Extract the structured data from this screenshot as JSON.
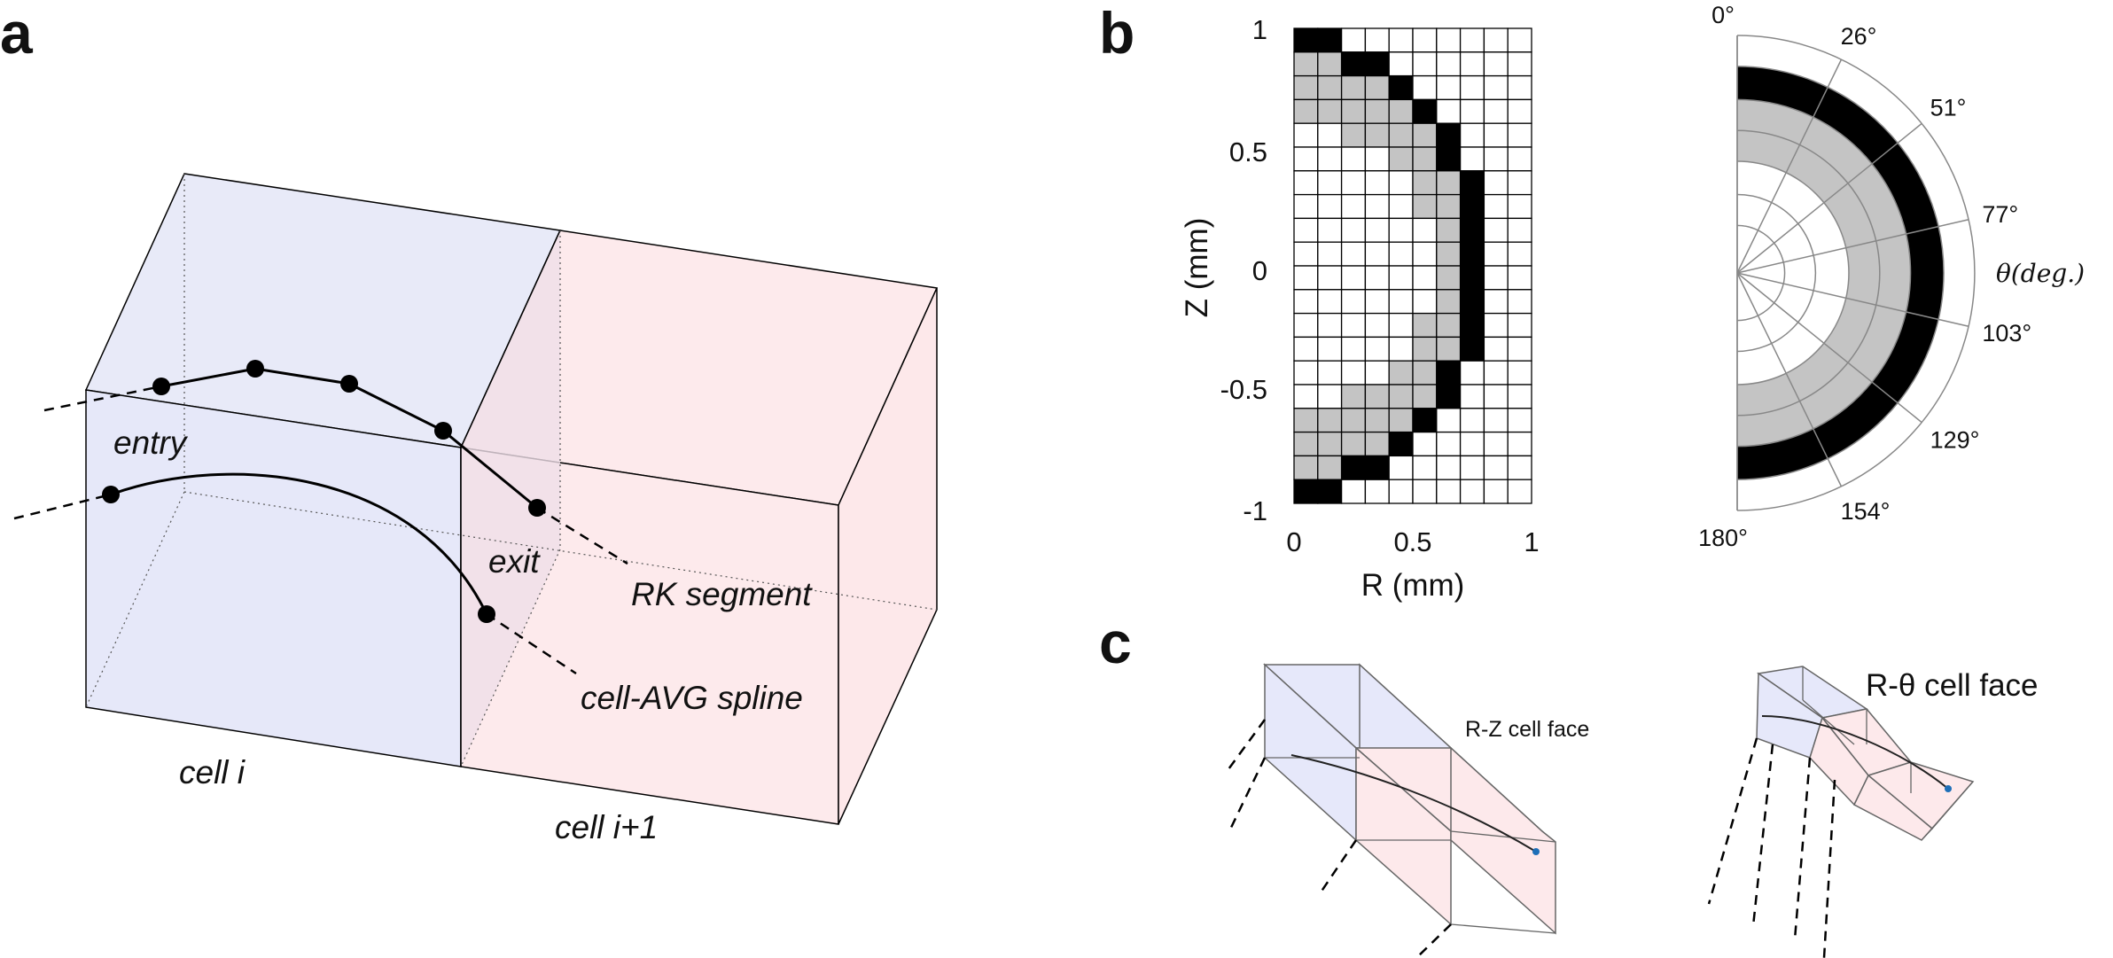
{
  "panels": {
    "a": "a",
    "b": "b",
    "c": "c"
  },
  "panel_a": {
    "entry": "entry",
    "exit": "exit",
    "rk_segment": "RK segment",
    "cell_avg_spline": "cell-AVG spline",
    "cell_i": "cell i",
    "cell_i1": "cell i+1"
  },
  "panel_b": {
    "ylabel": "Z (mm)",
    "xlabel": "R (mm)",
    "yticks": [
      "1",
      "0.5",
      "0",
      "-0.5",
      "-1"
    ],
    "xticks": [
      "0",
      "0.5",
      "1"
    ],
    "grid": {
      "cols": 10,
      "rows": 20,
      "x_range": [
        0,
        1
      ],
      "y_range": [
        -1,
        1
      ]
    },
    "black_cells": [
      [
        0,
        0
      ],
      [
        1,
        0
      ],
      [
        2,
        1
      ],
      [
        3,
        1
      ],
      [
        4,
        2
      ],
      [
        5,
        3
      ],
      [
        6,
        4
      ],
      [
        6,
        5
      ],
      [
        7,
        6
      ],
      [
        7,
        7
      ],
      [
        7,
        8
      ],
      [
        7,
        9
      ],
      [
        7,
        10
      ],
      [
        7,
        11
      ],
      [
        7,
        12
      ],
      [
        7,
        13
      ],
      [
        6,
        14
      ],
      [
        6,
        15
      ],
      [
        5,
        16
      ],
      [
        4,
        17
      ],
      [
        2,
        18
      ],
      [
        3,
        18
      ],
      [
        0,
        19
      ],
      [
        1,
        19
      ]
    ],
    "gray_cells": [
      [
        0,
        1
      ],
      [
        1,
        1
      ],
      [
        0,
        2
      ],
      [
        1,
        2
      ],
      [
        2,
        2
      ],
      [
        3,
        2
      ],
      [
        0,
        3
      ],
      [
        1,
        3
      ],
      [
        2,
        3
      ],
      [
        3,
        3
      ],
      [
        4,
        3
      ],
      [
        2,
        4
      ],
      [
        3,
        4
      ],
      [
        4,
        4
      ],
      [
        5,
        4
      ],
      [
        4,
        5
      ],
      [
        5,
        5
      ],
      [
        5,
        6
      ],
      [
        5,
        7
      ],
      [
        6,
        6
      ],
      [
        6,
        7
      ],
      [
        6,
        8
      ],
      [
        6,
        9
      ],
      [
        6,
        10
      ],
      [
        6,
        11
      ],
      [
        6,
        12
      ],
      [
        6,
        13
      ],
      [
        5,
        12
      ],
      [
        5,
        13
      ],
      [
        4,
        14
      ],
      [
        5,
        14
      ],
      [
        2,
        15
      ],
      [
        3,
        15
      ],
      [
        4,
        15
      ],
      [
        5,
        15
      ],
      [
        0,
        16
      ],
      [
        1,
        16
      ],
      [
        2,
        16
      ],
      [
        3,
        16
      ],
      [
        4,
        16
      ],
      [
        0,
        17
      ],
      [
        1,
        17
      ],
      [
        2,
        17
      ],
      [
        3,
        17
      ],
      [
        0,
        18
      ],
      [
        1,
        18
      ]
    ],
    "theta_label": "θ(deg.)",
    "polar_ticks": [
      "0°",
      "26°",
      "51°",
      "77°",
      "103°",
      "129°",
      "154°",
      "180°"
    ],
    "polar_tick_angles": [
      0,
      26,
      51,
      77,
      103,
      129,
      154,
      180
    ],
    "rings": {
      "black_band": [
        0.73,
        0.87
      ],
      "gray_band": [
        0.47,
        0.73
      ],
      "grid_radii": [
        0.2,
        0.33,
        0.47,
        0.6,
        0.73,
        0.87,
        1.0
      ]
    }
  },
  "panel_c": {
    "rz_label": "R-Z cell face",
    "rtheta_label": "R-θ cell face"
  },
  "colors": {
    "blue_cell": "#e8eafa",
    "pink_cell": "#fdebed",
    "gray": "#c4c4c4",
    "black": "#000000",
    "dot_blue": "#1e6fb8"
  }
}
